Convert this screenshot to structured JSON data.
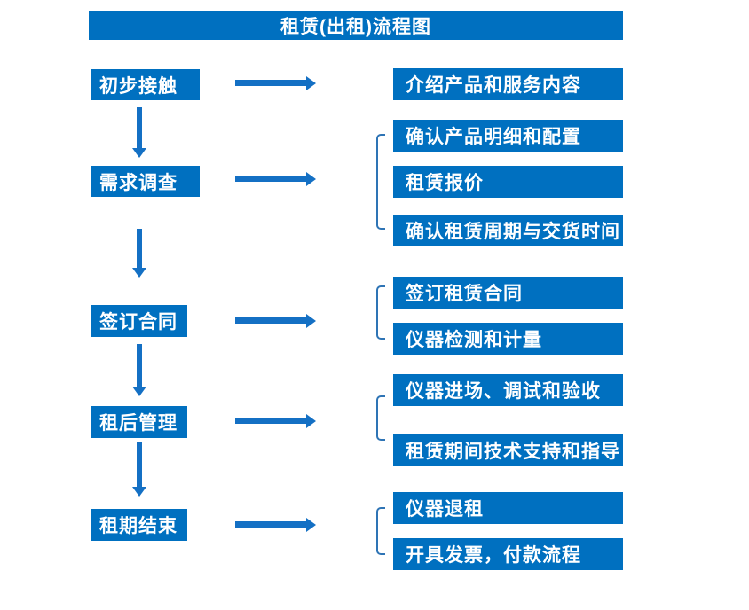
{
  "title": "租赁(出租)流程图",
  "colors": {
    "box_blue": "#0070C0",
    "arrow_blue": "#1470C4",
    "bracket_blue": "#2E74B5",
    "text": "#FFFFFF",
    "background": "#FFFFFF"
  },
  "stages": [
    {
      "label": "初步接触",
      "details": [
        "介绍产品和服务内容"
      ]
    },
    {
      "label": "需求调查",
      "details": [
        "确认产品明细和配置",
        "租赁报价",
        "确认租赁周期与交货时间"
      ]
    },
    {
      "label": "签订合同",
      "details": [
        "签订租赁合同",
        "仪器检测和计量"
      ]
    },
    {
      "label": "租后管理",
      "details": [
        "仪器进场、调试和验收",
        "租赁期间技术支持和指导"
      ]
    },
    {
      "label": "租期结束",
      "details": [
        "仪器退租",
        "开具发票，付款流程"
      ]
    }
  ]
}
